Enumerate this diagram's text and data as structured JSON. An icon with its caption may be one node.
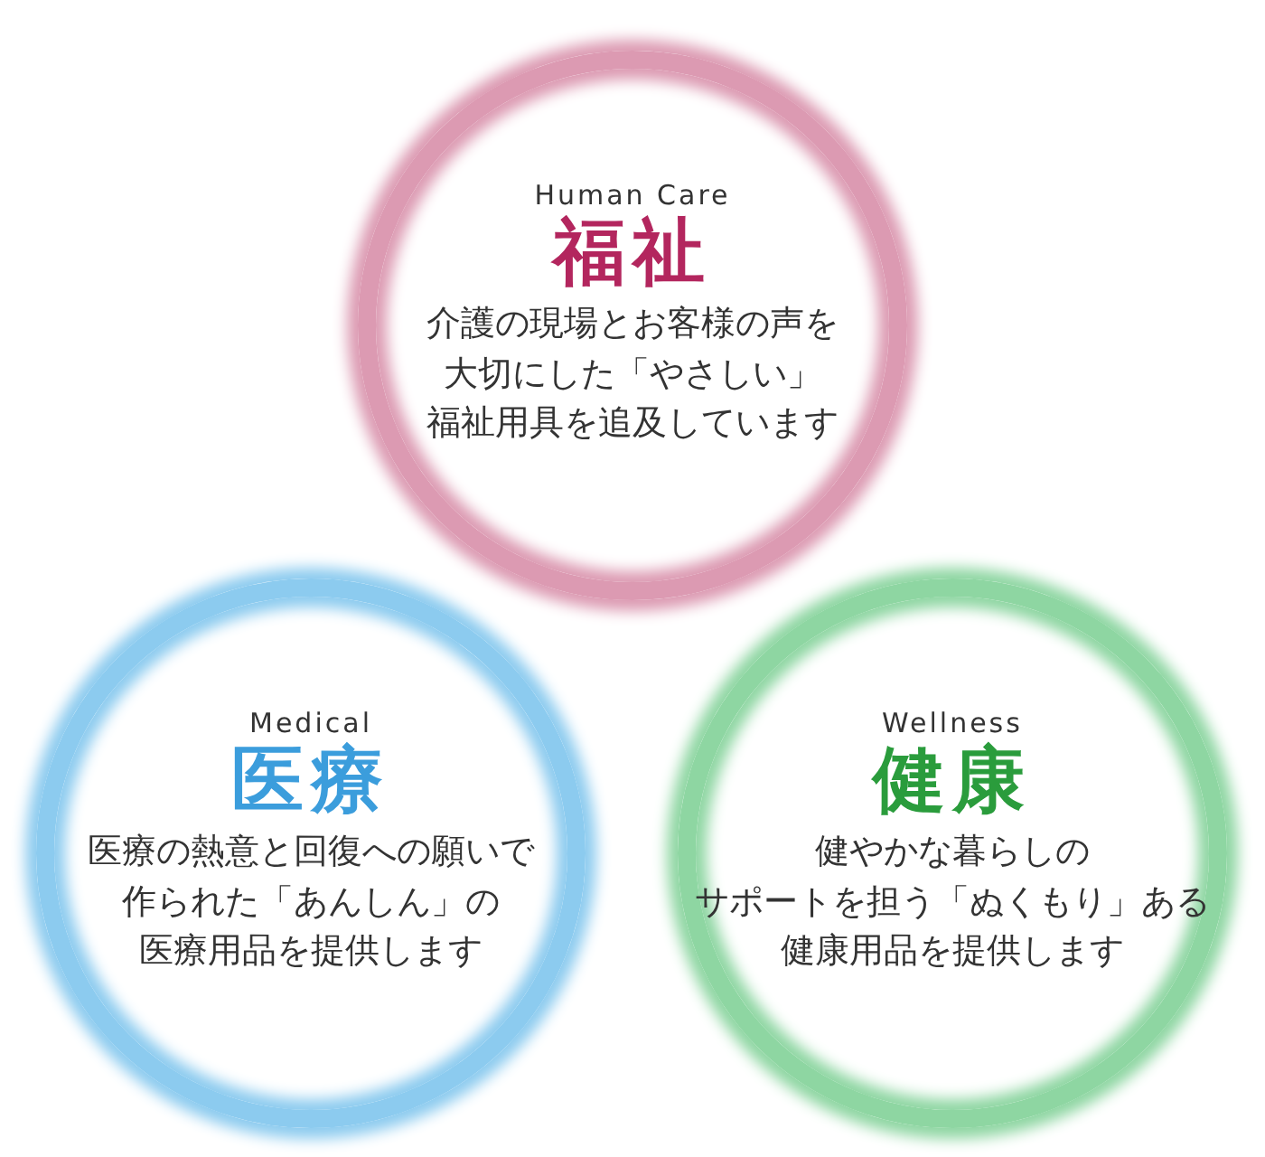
{
  "diagram": {
    "nodes": [
      {
        "text": [
          "Human Care",
          "福祉",
          "介護の現場とお客様の声を大切にした「やさしい」福祉用具を追及しています"
        ]
      },
      {
        "text": [
          "Medical",
          "医療",
          "医療の熱意と回復への願いで作られた「あんしん」の医療用品を提供します"
        ]
      },
      {
        "text": [
          "Wellness",
          "健康",
          "健やかな暮らしのサポートを担う「ぬくもり」ある健康用品を提供します"
        ]
      }
    ]
  }
}
